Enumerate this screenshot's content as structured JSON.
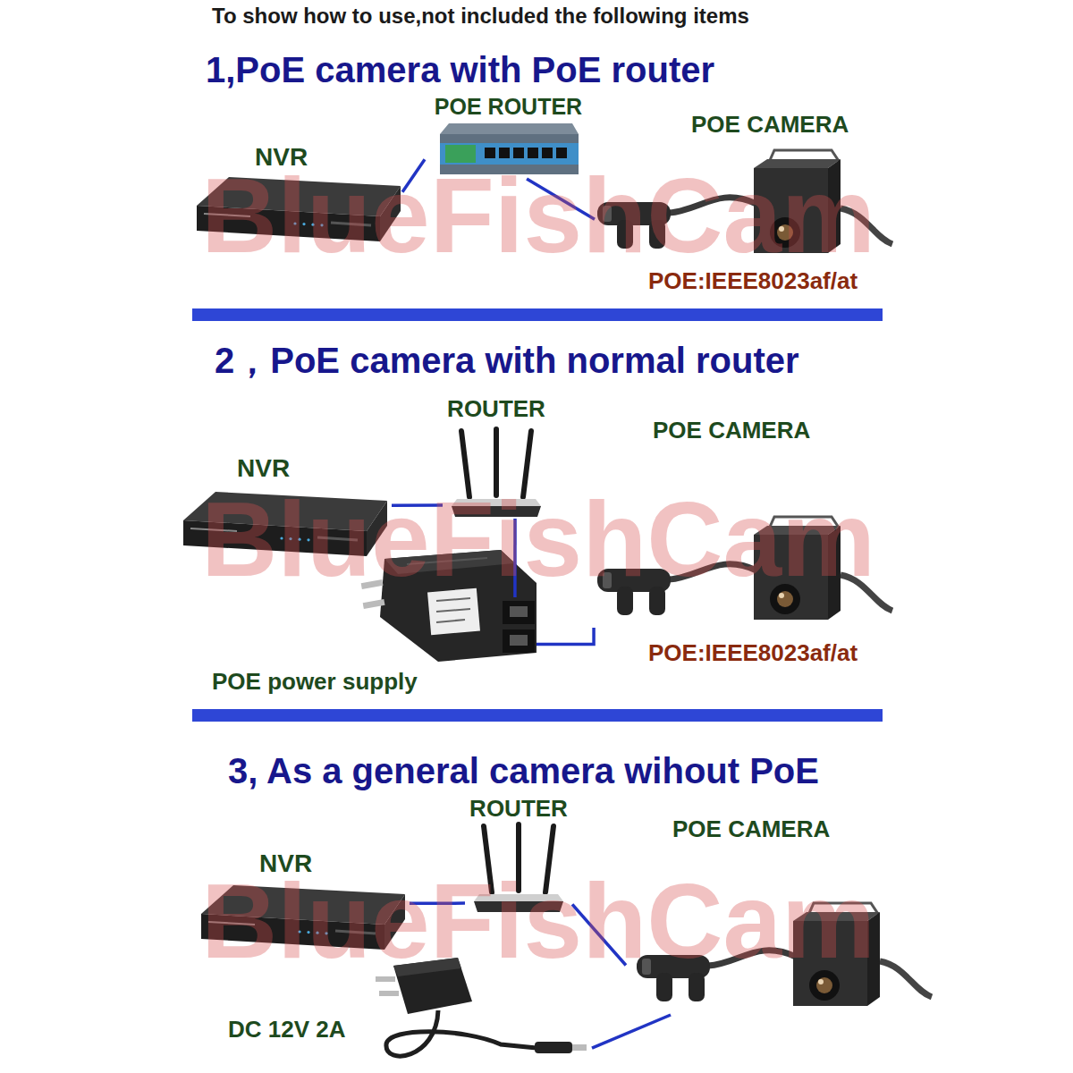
{
  "diagram": {
    "title": "To show how to use,not included the following items",
    "nodes": [
      {
        "text": [
          "NVR"
        ]
      },
      {
        "text": [
          "POE ROUTER"
        ]
      },
      {
        "text": [
          "POE CAMERA"
        ]
      },
      {
        "text": [
          "NVR"
        ]
      },
      {
        "text": [
          "ROUTER"
        ]
      },
      {
        "text": [
          "POE CAMERA"
        ]
      },
      {
        "text": [
          "POE power supply"
        ]
      },
      {
        "text": [
          "NVR"
        ]
      },
      {
        "text": [
          "ROUTER"
        ]
      },
      {
        "text": [
          "POE CAMERA"
        ]
      },
      {
        "text": [
          "DC 12V 2A"
        ]
      }
    ],
    "edges": [
      {
        "from": 0,
        "to": 1,
        "arrow": "none"
      },
      {
        "from": 1,
        "to": 2,
        "arrow": "none"
      },
      {
        "from": 3,
        "to": 4,
        "arrow": "none"
      },
      {
        "from": 4,
        "to": 6,
        "arrow": "none"
      },
      {
        "from": 6,
        "to": 5,
        "arrow": "none"
      },
      {
        "from": 7,
        "to": 8,
        "arrow": "none"
      },
      {
        "from": 8,
        "to": 9,
        "arrow": "none"
      },
      {
        "from": 10,
        "to": 9,
        "arrow": "none"
      }
    ],
    "labels": [
      "1,PoE camera with PoE router",
      "POE:IEEE8023af/at",
      "BlueFishCam",
      "2，PoE camera with normal router",
      "POE:IEEE8023af/at",
      "BlueFishCam",
      "3, As a general camera wihout PoE",
      "BlueFishCam"
    ]
  }
}
